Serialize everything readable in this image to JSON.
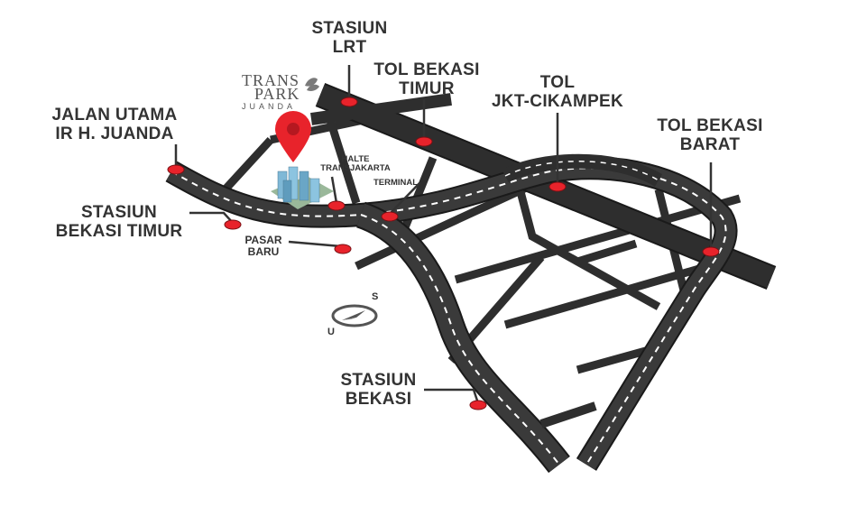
{
  "logo": {
    "line1": "TRANS",
    "line2": "PARK",
    "line3": "JUANDA"
  },
  "labels": {
    "stasiun_lrt": [
      "STASIUN",
      "LRT"
    ],
    "tol_bekasi_timur": [
      "TOL BEKASI",
      "TIMUR"
    ],
    "tol_jkt_cikampek": [
      "TOL",
      "JKT-CIKAMPEK"
    ],
    "tol_bekasi_barat": [
      "TOL BEKASI",
      "BARAT"
    ],
    "jalan_utama": [
      "JALAN UTAMA",
      "IR H. JUANDA"
    ],
    "stasiun_bekasi_timur": [
      "STASIUN",
      "BEKASI TIMUR"
    ],
    "halte": [
      "HALTE",
      "TRANSJAKARTA"
    ],
    "terminal": "TERMINAL",
    "pasar_baru": [
      "PASAR",
      "BARU"
    ],
    "stasiun_bekasi": [
      "STASIUN",
      "BEKASI"
    ]
  },
  "compass": {
    "south": "S",
    "north": "U"
  },
  "colors": {
    "road": "#2e2e2e",
    "road_edge": "#1a1a1a",
    "dash": "#ffffff",
    "marker": "#e8232b",
    "pin": "#e8232b",
    "text": "#333333",
    "building": "#7fb8d6",
    "leaf": "#7a7a7a"
  }
}
